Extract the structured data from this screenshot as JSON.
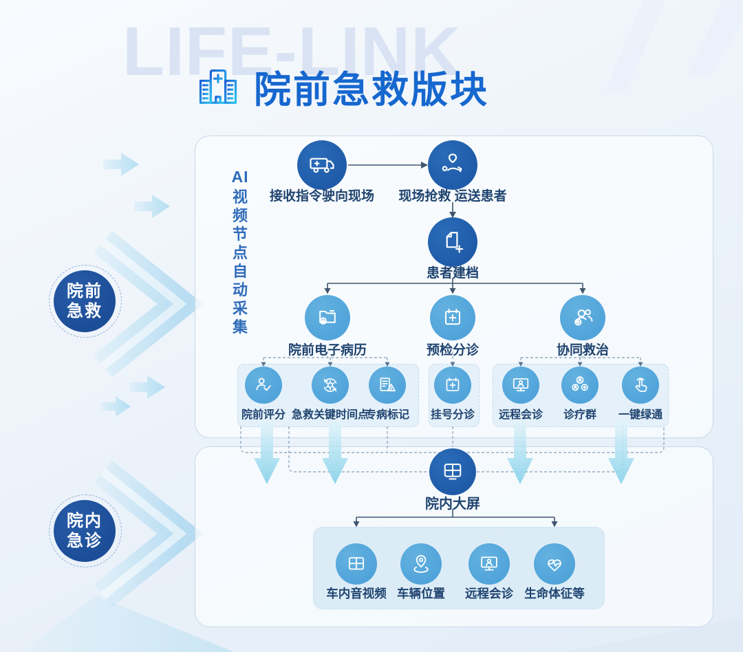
{
  "watermark": "LIFE-LINK",
  "title": {
    "text": "院前急救版块",
    "icon": "hospital-icon"
  },
  "side_badges": [
    {
      "line1": "院前",
      "line2": "急救"
    },
    {
      "line1": "院内",
      "line2": "急诊"
    }
  ],
  "panel1": {
    "vertical_note": [
      "AI",
      "视",
      "频",
      "节",
      "点",
      "自",
      "动",
      "采",
      "集"
    ],
    "flow": {
      "step1": "接收指令驶向现场",
      "step2": "现场抢救 运送患者",
      "step3": "患者建档"
    },
    "branches": [
      {
        "label": "院前电子病历",
        "children": [
          "院前评分",
          "急救关键时间点",
          "专病标记"
        ]
      },
      {
        "label": "预检分诊",
        "children": [
          "挂号分诊"
        ]
      },
      {
        "label": "协同救治",
        "children": [
          "远程会诊",
          "诊疗群",
          "一键绿通"
        ]
      }
    ]
  },
  "panel2": {
    "hub": "院内大屏",
    "items": [
      "车内音视频",
      "车辆位置",
      "远程会诊",
      "生命体征等"
    ]
  },
  "colors": {
    "node_dark": "#1f5ba8",
    "node_light": "#51a4da",
    "title_blue": "#1667cf",
    "label_navy": "#20446f",
    "cyan_arrow": "#8ad4ec"
  }
}
